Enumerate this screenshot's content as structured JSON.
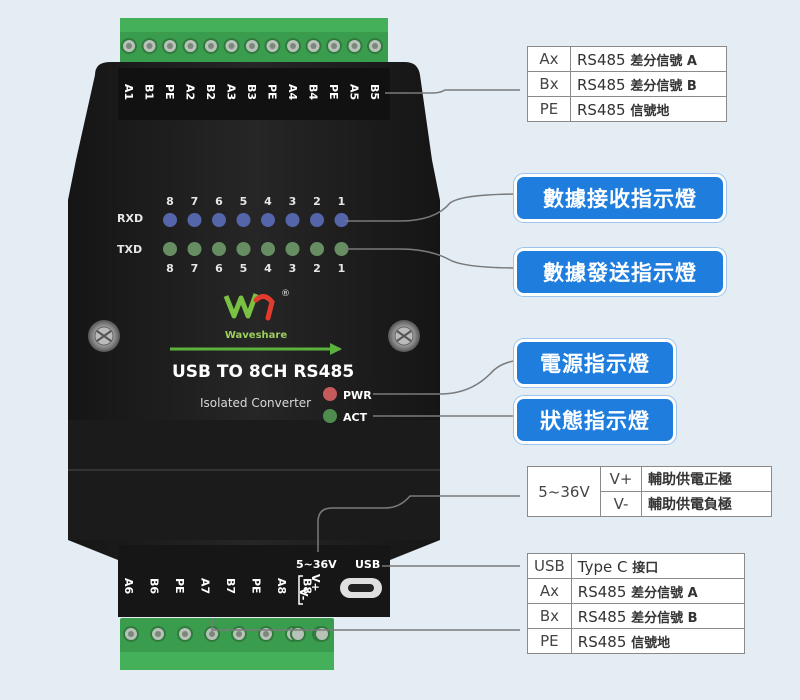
{
  "colors": {
    "background": "#e4ecf4",
    "device_body": "#1d1d1d",
    "terminal_green": "#3a9d4e",
    "callout_blue": "#1f7dde",
    "logo_green": "#7ac143",
    "logo_red": "#e23b2e",
    "rxd_led": "#5a6db8",
    "txd_led": "#6f9a6a"
  },
  "device": {
    "top_pins": [
      "A1",
      "B1",
      "PE",
      "A2",
      "B2",
      "A3",
      "B3",
      "PE",
      "A4",
      "B4",
      "PE",
      "A5",
      "B5"
    ],
    "bottom_pins": [
      "A6",
      "B6",
      "PE",
      "A7",
      "B7",
      "PE",
      "A8",
      "B8"
    ],
    "channel_numbers": [
      "8",
      "7",
      "6",
      "5",
      "4",
      "3",
      "2",
      "1"
    ],
    "rxd_label": "RXD",
    "txd_label": "TXD",
    "brand": "Waveshare",
    "registered": "®",
    "product_title": "USB TO 8CH RS485",
    "product_subtitle": "Isolated Converter",
    "pwr_label": "PWR",
    "act_label": "ACT",
    "power_range": "5~36V",
    "vplus": "V+",
    "vminus": "V-",
    "usb_label": "USB"
  },
  "top_table": [
    {
      "key": "Ax",
      "value": "RS485",
      "note": "差分信號 A"
    },
    {
      "key": "Bx",
      "value": "RS485",
      "note": "差分信號 B"
    },
    {
      "key": "PE",
      "value": "RS485",
      "note": "信號地"
    }
  ],
  "callouts": {
    "rx_indicator": "數據接收指示燈",
    "tx_indicator": "數據發送指示燈",
    "power_indicator": "電源指示燈",
    "status_indicator": "狀態指示燈"
  },
  "power_table": {
    "range": "5~36V",
    "rows": [
      {
        "key": "V+",
        "value": "輔助供電正極"
      },
      {
        "key": "V-",
        "value": "輔助供電負極"
      }
    ]
  },
  "bottom_table": [
    {
      "key": "USB",
      "value": "Type C",
      "note": "接口"
    },
    {
      "key": "Ax",
      "value": "RS485",
      "note": "差分信號 A"
    },
    {
      "key": "Bx",
      "value": "RS485",
      "note": "差分信號 B"
    },
    {
      "key": "PE",
      "value": "RS485",
      "note": "信號地"
    }
  ]
}
